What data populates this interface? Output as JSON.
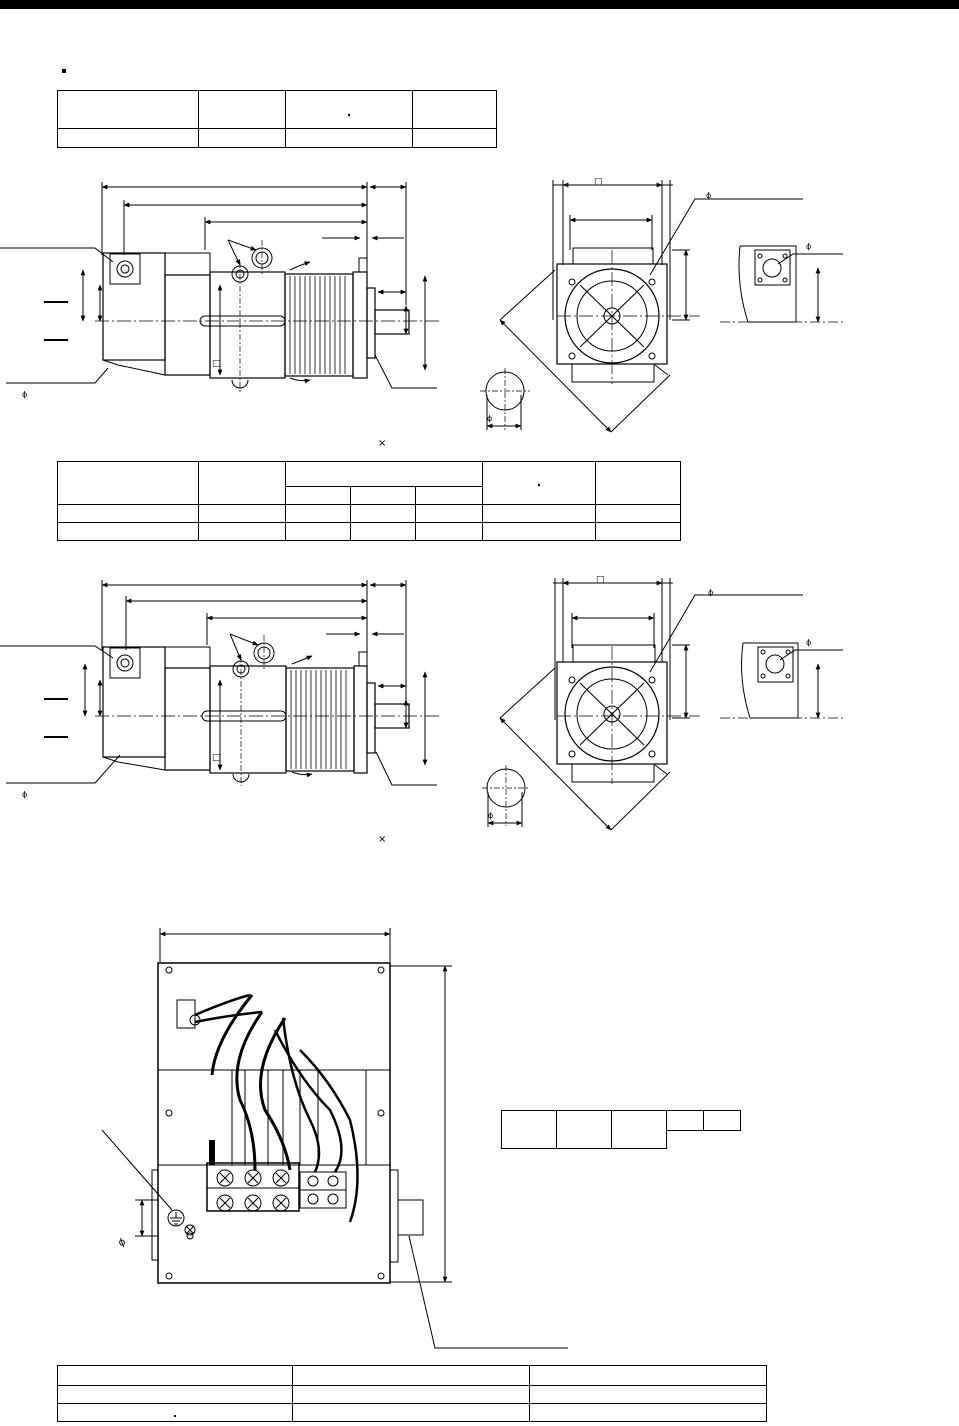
{
  "symbols": {
    "bullet": "▪",
    "square": "□",
    "phi": "ϕ",
    "times": "×"
  },
  "tables": {
    "table1": {
      "rows": 2,
      "cols": 4
    },
    "table2": {
      "header_rows": 2,
      "data_rows": 2,
      "cols": 7
    },
    "table3": {
      "rows": 2,
      "cols": 5
    },
    "table4": {
      "rows": 3,
      "cols": 3
    }
  }
}
